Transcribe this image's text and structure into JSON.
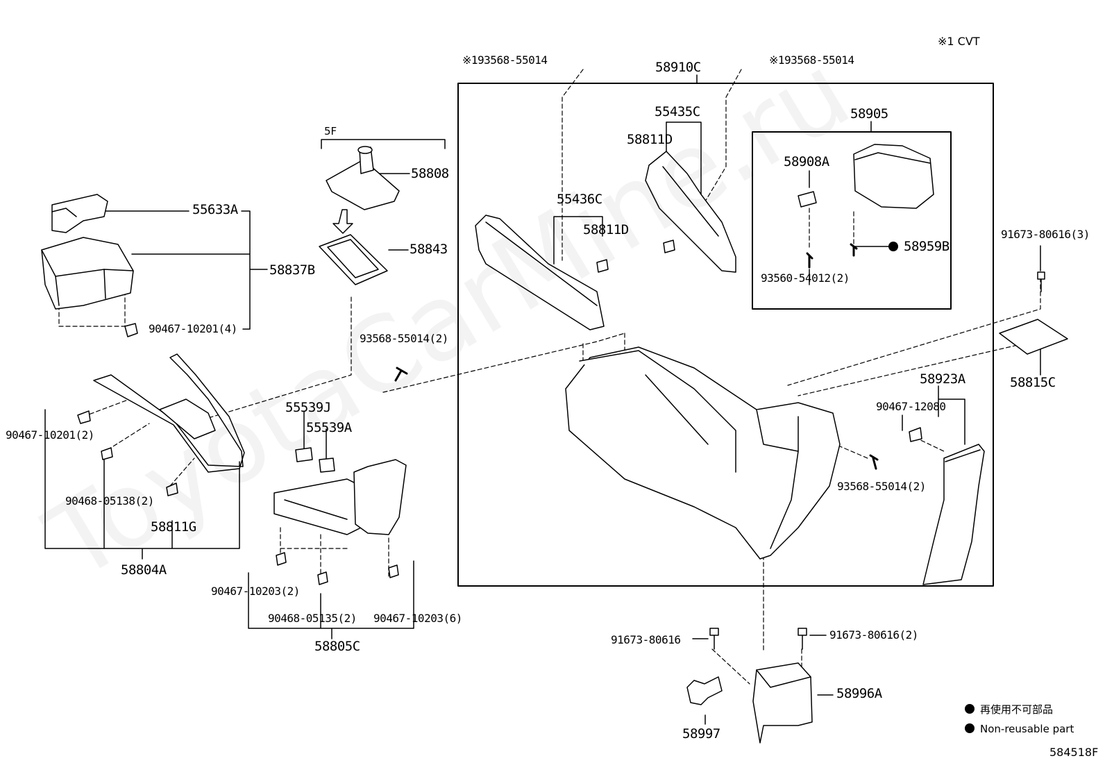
{
  "header": {
    "cvt_note": "※1 CVT"
  },
  "footer": {
    "diagram_code": "584518F"
  },
  "watermark": "ToyotaCarMine.ru",
  "legend": {
    "ja": "再使用不可部品",
    "en": "Non-reusable part"
  },
  "group_5f": "5F",
  "labels": {
    "p193568_left": "※193568-55014",
    "p193568_right": "※193568-55014",
    "p58910C": "58910C",
    "p55435C": "55435C",
    "p58811D_top": "58811D",
    "p58905": "58905",
    "p58908A": "58908A",
    "p58959B": "58959B",
    "p93560": "93560-54012(2)",
    "p55436C": "55436C",
    "p58811D": "58811D",
    "p58808": "58808",
    "p58843": "58843",
    "p55633A": "55633A",
    "p58837B": "58837B",
    "p90467_10201_4": "90467-10201(4)",
    "p93568_2_left": "93568-55014(2)",
    "p91673_3": "91673-80616(3)",
    "p58815C": "58815C",
    "p58923A": "58923A",
    "p90467_12080": "90467-12080",
    "p93568_2_right": "93568-55014(2)",
    "p55539J": "55539J",
    "p55539A": "55539A",
    "p90467_10201_2": "90467-10201(2)",
    "p90468_05138": "90468-05138(2)",
    "p58811G": "58811G",
    "p58804A": "58804A",
    "p90467_10203_2": "90467-10203(2)",
    "p90468_05135": "90468-05135(2)",
    "p90467_10203_6": "90467-10203(6)",
    "p58805C": "58805C",
    "p91673_single": "91673-80616",
    "p91673_2": "91673-80616(2)",
    "p58996A": "58996A",
    "p58997": "58997"
  },
  "colors": {
    "line": "#000000",
    "part_fill": "#ffffff"
  }
}
